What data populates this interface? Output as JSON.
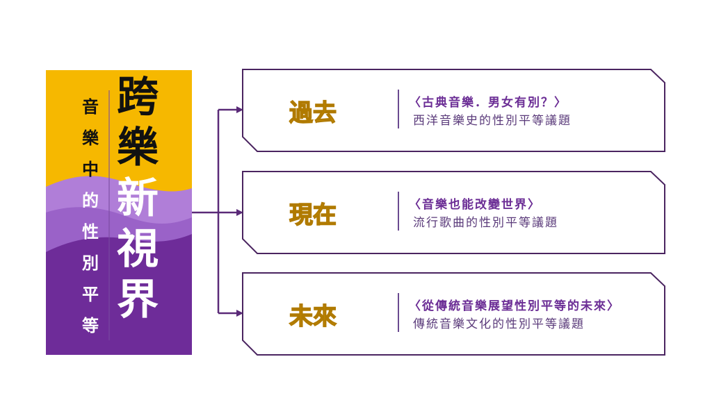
{
  "title_block": {
    "main_title": [
      "跨",
      "樂",
      "新",
      "視",
      "界"
    ],
    "sub_title": [
      "音",
      "樂",
      "中",
      "的",
      "性",
      "別",
      "平",
      "等"
    ]
  },
  "colors": {
    "yellow": "#f6b800",
    "light_purple": "#b07ed8",
    "mid_purple": "#9a62c8",
    "dark_purple": "#6e2c99",
    "card_border": "#4a2460",
    "era_text": "#f4b400"
  },
  "cards": [
    {
      "era": "過去",
      "heading": "〈古典音樂．男女有別？〉",
      "subtitle": "西洋音樂史的性別平等議題"
    },
    {
      "era": "現在",
      "heading": "〈音樂也能改變世界〉",
      "subtitle": "流行歌曲的性別平等議題"
    },
    {
      "era": "未來",
      "heading": "〈從傳統音樂展望性別平等的未來〉",
      "subtitle": "傳統音樂文化的性別平等議題"
    }
  ]
}
